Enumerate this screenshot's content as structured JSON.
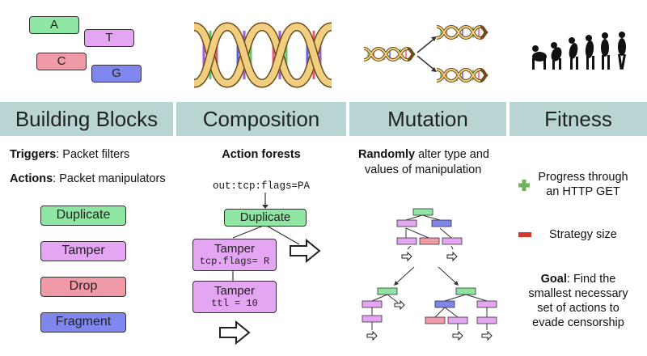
{
  "nucleotides": [
    "A",
    "T",
    "C",
    "G"
  ],
  "columns": {
    "building_blocks": {
      "title": "Building Blocks",
      "triggers_label": "Triggers",
      "triggers_text": ": Packet filters",
      "actions_label": "Actions",
      "actions_text": ":  Packet manipulators",
      "blocks": [
        "Duplicate",
        "Tamper",
        "Drop",
        "Fragment"
      ]
    },
    "composition": {
      "title": "Composition",
      "subtitle": "Action forests",
      "filter": "out:tcp:flags=PA",
      "root": "Duplicate",
      "tamper1_label": "Tamper",
      "tamper1_code": "tcp.flags= R",
      "tamper2_label": "Tamper",
      "tamper2_code": "ttl = 10"
    },
    "mutation": {
      "title": "Mutation",
      "desc_bold": "Randomly",
      "desc_rest": " alter type and",
      "desc_line2": "values of manipulation"
    },
    "fitness": {
      "title": "Fitness",
      "plus_icon": "plus-icon",
      "progress_line1": "Progress through",
      "progress_line2": "an HTTP GET",
      "minus_icon": "minus-icon",
      "size_text": "Strategy size",
      "goal_label": "Goal",
      "goal_line1": ": Find the",
      "goal_line2": "smallest necessary",
      "goal_line3": "set of actions to",
      "goal_line4": "evade censorship"
    }
  },
  "colors": {
    "header": "#b8d5d4",
    "green": "#8ee6a2",
    "purple": "#e4a6f2",
    "red": "#f09aa8",
    "blue": "#7f86ee",
    "plus": "#6db35b",
    "minus": "#d9342b"
  }
}
